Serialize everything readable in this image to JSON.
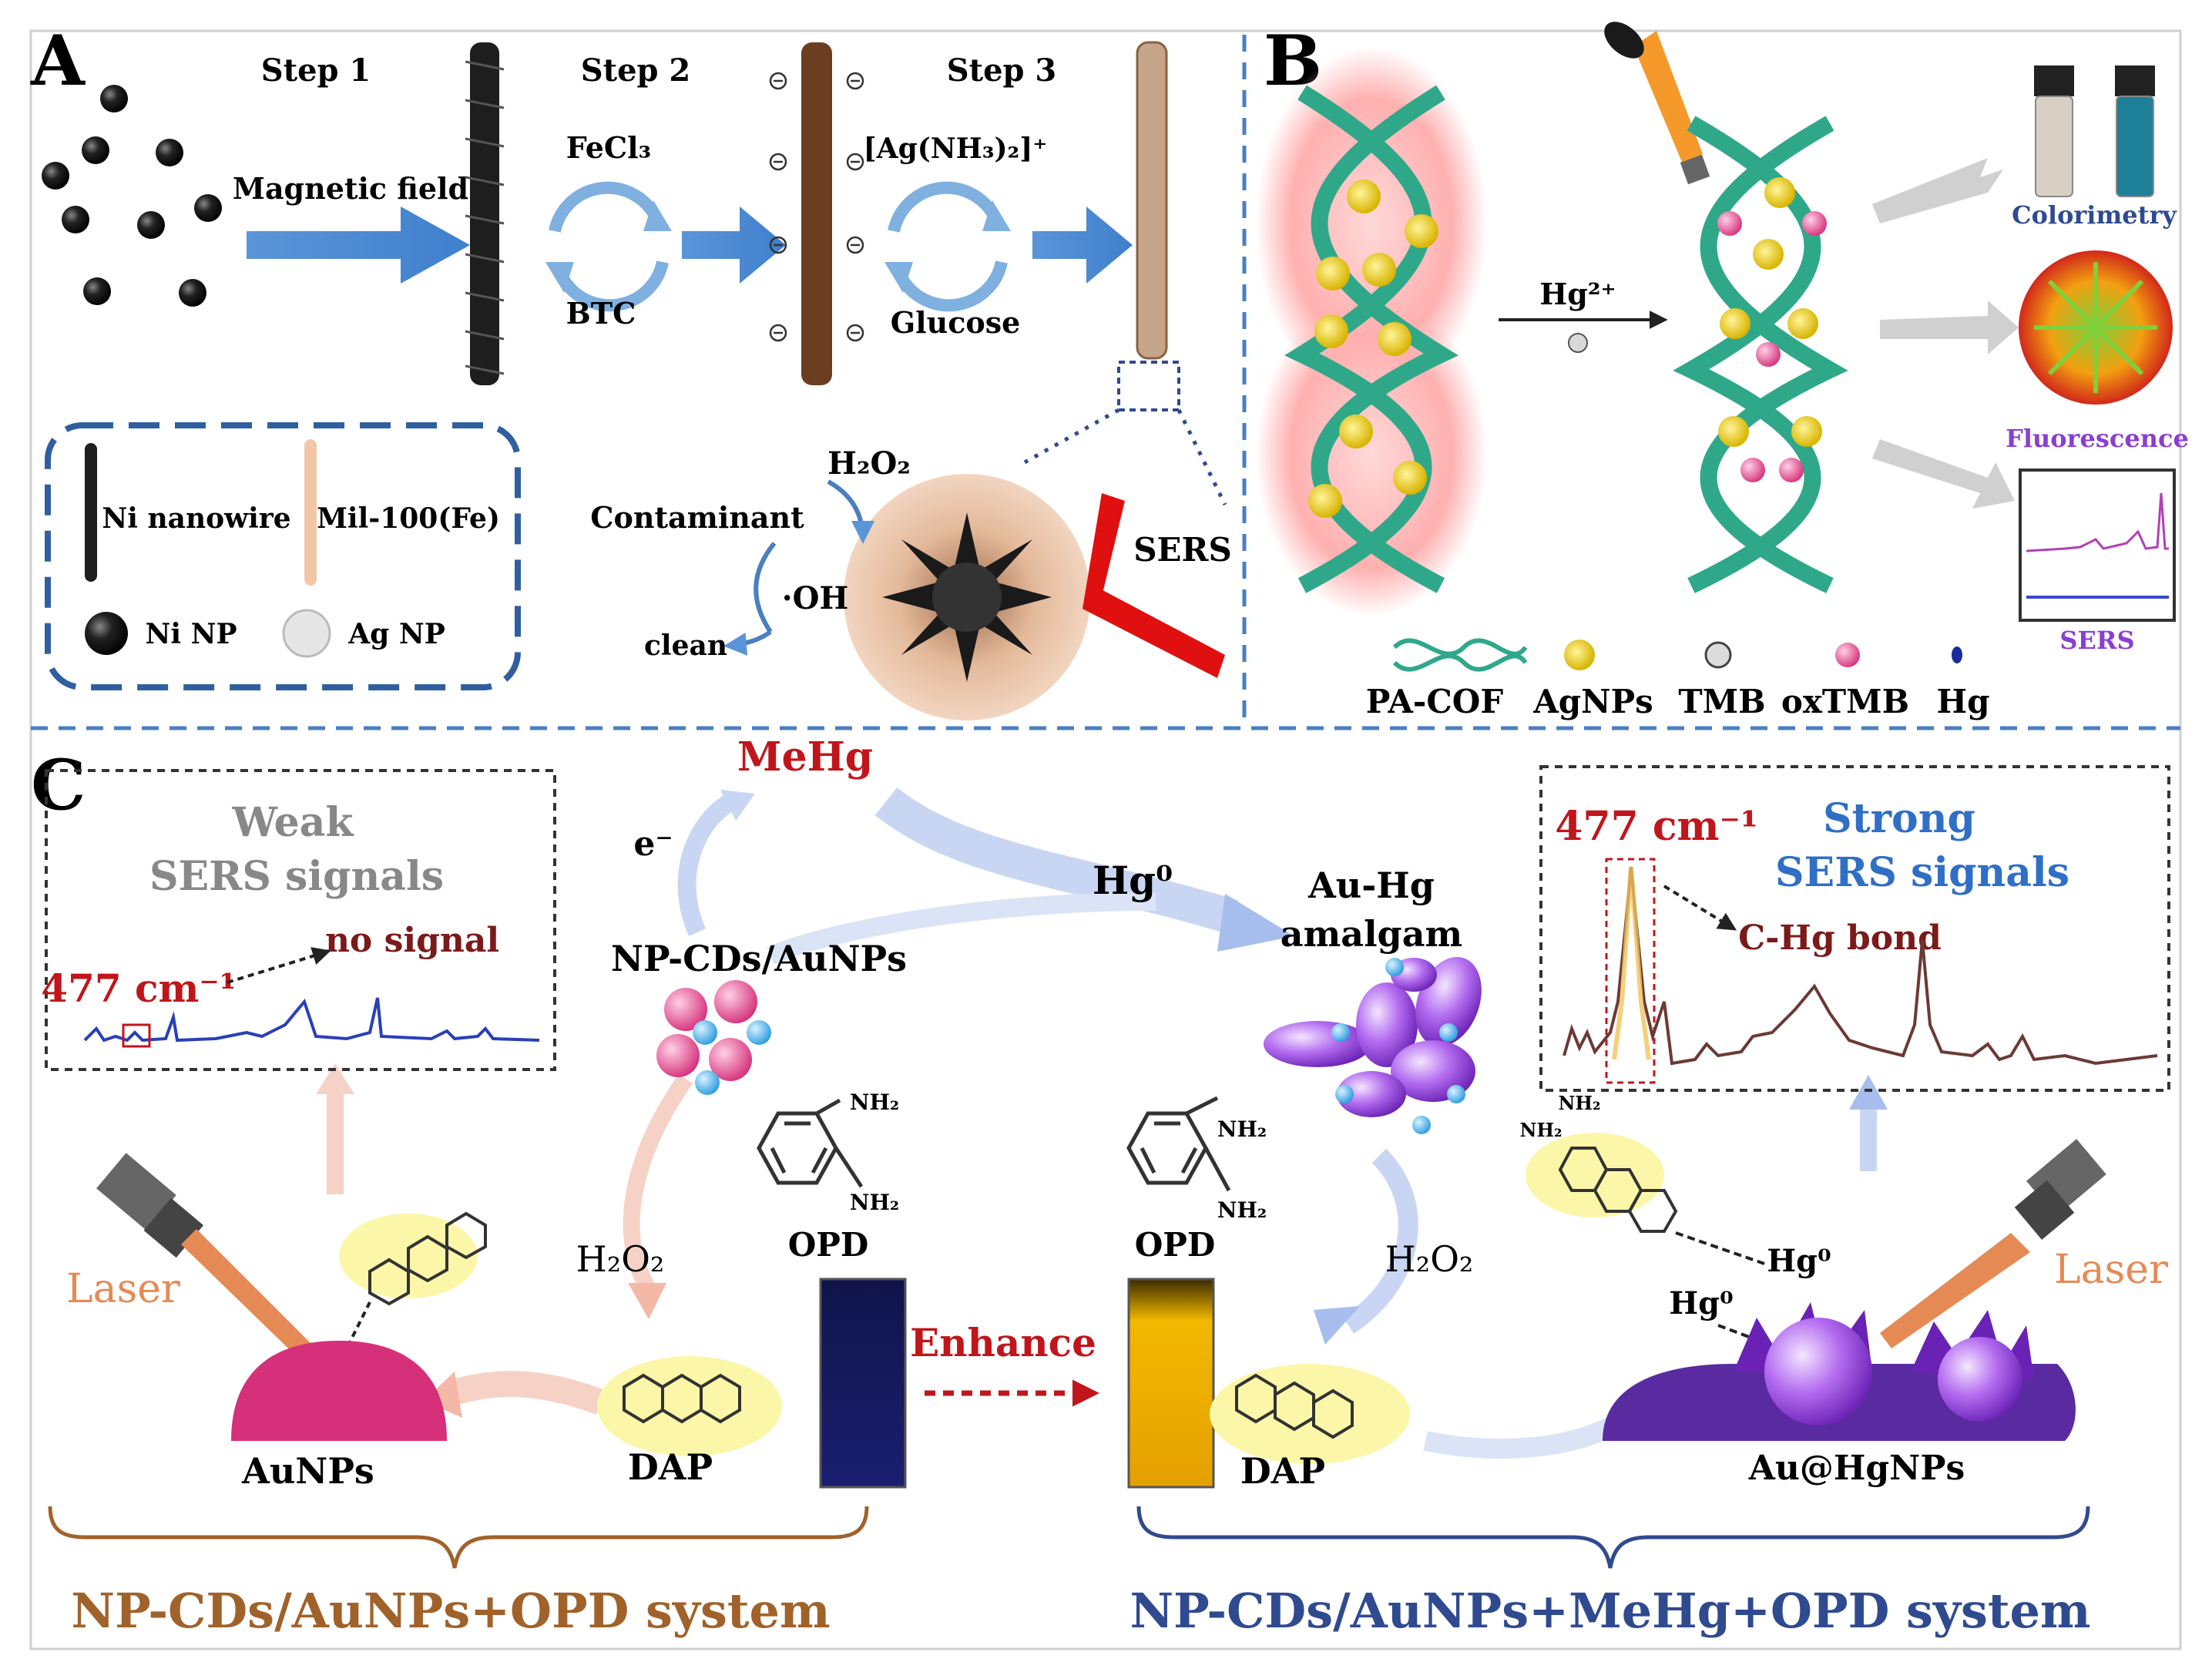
{
  "panelA": {
    "letter": "A",
    "step1": "Step 1",
    "step2": "Step 2",
    "step3": "Step 3",
    "magnetic": "Magnetic field",
    "fecl3": "FeCl₃",
    "btc": "BTC",
    "agnh3": "[Ag(NH₃)₂]⁺",
    "glucose": "Glucose",
    "h2o2": "H₂O₂",
    "contaminant": "Contaminant",
    "oh": "·OH",
    "clean": "clean",
    "sers": "SERS",
    "legend": {
      "ni_nanowire": "Ni nanowire",
      "mil": "Mil-100(Fe)",
      "ni_np": "Ni NP",
      "ag_np": "Ag NP"
    }
  },
  "panelB": {
    "letter": "B",
    "hg2": "Hg²⁺",
    "colorimetry": "Colorimetry",
    "fluorescence": "Fluorescence",
    "sers": "SERS",
    "legend": {
      "pacof": "PA-COF",
      "agnps": "AgNPs",
      "tmb": "TMB",
      "oxtmb": "oxTMB",
      "hg": "Hg"
    }
  },
  "panelC": {
    "letter": "C",
    "weak1": "Weak",
    "weak2": "SERS signals",
    "no_signal": "no signal",
    "wn_left": "477 cm⁻¹",
    "wn_right": "477 cm⁻¹",
    "strong1": "Strong",
    "strong2": "SERS signals",
    "chg": "C-Hg bond",
    "mehg": "MeHg",
    "electron": "e⁻",
    "hg0": "Hg⁰",
    "auhg1": "Au-Hg",
    "auhg2": "amalgam",
    "npcds": "NP-CDs/AuNPs",
    "nh2": "NH₂",
    "opd": "OPD",
    "h2o2": "H₂O₂",
    "laser": "Laser",
    "aunps": "AuNPs",
    "dap": "DAP",
    "enhance": "Enhance",
    "hg0a": "Hg⁰",
    "hg0b": "Hg⁰",
    "auhgnps": "Au@HgNPs",
    "sys_left": "NP-CDs/AuNPs+OPD system",
    "sys_right": "NP-CDs/AuNPs+MeHg+OPD system"
  },
  "colors": {
    "panel_border": "#4a7fc1",
    "red_label": "#c0161b",
    "blue_label": "#2f6fc6",
    "brown_label": "#a0622a",
    "navy_label": "#2f4a8f",
    "purple": "#8a3fd1"
  }
}
